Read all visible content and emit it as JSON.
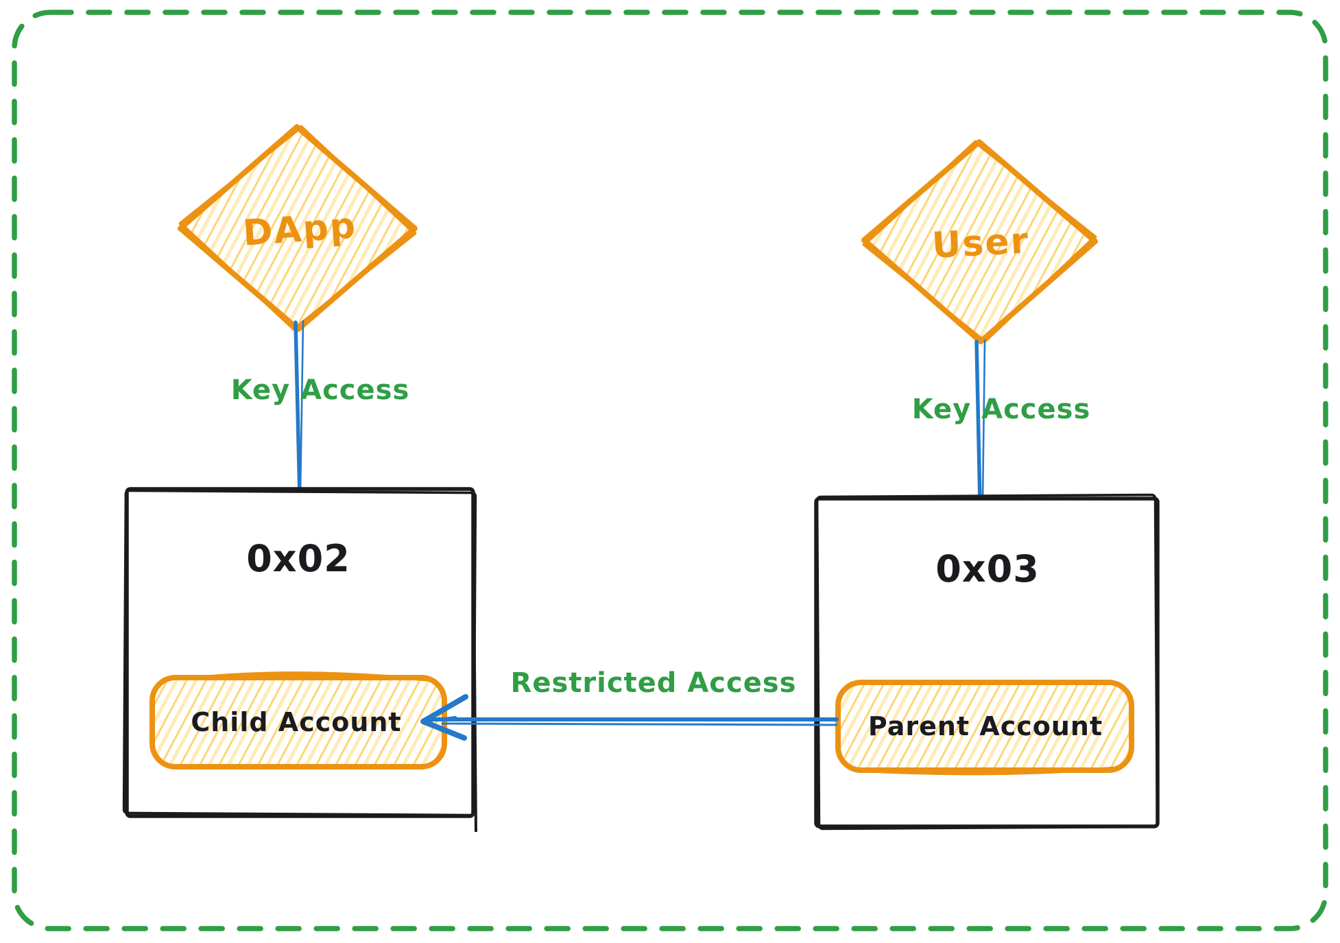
{
  "canvas": {
    "background": "#ffffff",
    "frame_color": "#2f9e44",
    "frame_style": "dashed-rounded"
  },
  "palette": {
    "orange_stroke": "#ec9213",
    "hatch_strong": "#ffd166",
    "hatch_light": "#ffeab3",
    "green": "#2f9e44",
    "blue": "#2579ca",
    "ink": "#1b1b1f"
  },
  "nodes": {
    "dapp": {
      "label": "DApp",
      "shape": "diamond"
    },
    "user": {
      "label": "User",
      "shape": "diamond"
    },
    "account_left": {
      "label": "0x02",
      "shape": "rectangle"
    },
    "account_right": {
      "label": "0x03",
      "shape": "rectangle"
    },
    "child_account": {
      "label": "Child Account",
      "shape": "rounded-rectangle"
    },
    "parent_account": {
      "label": "Parent Account",
      "shape": "rounded-rectangle"
    }
  },
  "edges": {
    "dapp_key_access": {
      "label": "Key Access",
      "from": "DApp",
      "to": "0x02"
    },
    "user_key_access": {
      "label": "Key Access",
      "from": "User",
      "to": "0x03"
    },
    "restricted_access": {
      "label": "Restricted Access",
      "from": "Parent Account",
      "to": "Child Account"
    }
  }
}
